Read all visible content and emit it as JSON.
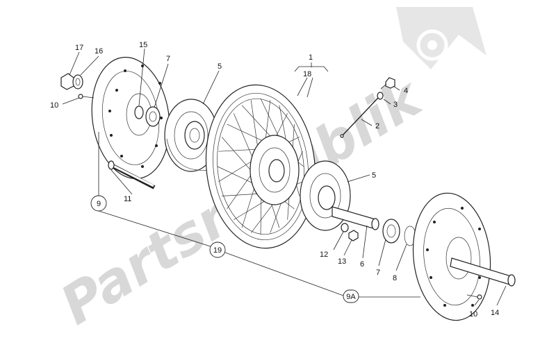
{
  "watermark": {
    "text": "Partsrepublik",
    "color": "#d9d9d9"
  },
  "colors": {
    "ink": "#222222",
    "background": "#ffffff"
  },
  "callouts": {
    "c1": "1",
    "c2": "2",
    "c3": "3",
    "c4": "4",
    "c5a": "5",
    "c5b": "5",
    "c6": "6",
    "c7a": "7",
    "c7b": "7",
    "c8": "8",
    "c9": "9",
    "c9a": "9A",
    "c10a": "10",
    "c10b": "10",
    "c11": "11",
    "c12": "12",
    "c13": "13",
    "c14": "14",
    "c15": "15",
    "c16": "16",
    "c17": "17",
    "c18": "18",
    "c19": "19"
  },
  "icons": {
    "logo": "gear-icon"
  }
}
